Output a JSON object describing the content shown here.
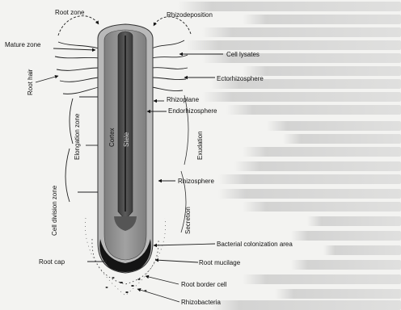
{
  "labels": {
    "root_zone": "Root zone",
    "rhizodeposition": "Rhizodeposition",
    "mature_zone": "Mature zone",
    "root_hair": "Root hair",
    "cell_lysates": "Cell lysates",
    "ectorhizosphere": "Ectorhizosphere",
    "rhizoplane": "Rhizoplane",
    "endorhizosphere": "Endorhizosphere",
    "elongation_zone": "Elongation zone",
    "cortex": "Cortex",
    "stele": "Stele",
    "exudation": "Exudation",
    "rhizosphere": "Rhizosphere",
    "cell_division_zone": "Cell division zone",
    "secretion": "Secretion",
    "bacterial_colonization_area": "Bacterial colonization area",
    "root_cap": "Root cap",
    "root_mucilage": "Root mucilage",
    "root_border_cell": "Root border cell",
    "rhizobacteria": "Rhizobacteria"
  },
  "colors": {
    "epidermis": "#b6b6b6",
    "cortex": "#8e8e8e",
    "stele": "#3a3a3a",
    "root_cap": "#141414",
    "zone_line": "#2a2a2a"
  }
}
